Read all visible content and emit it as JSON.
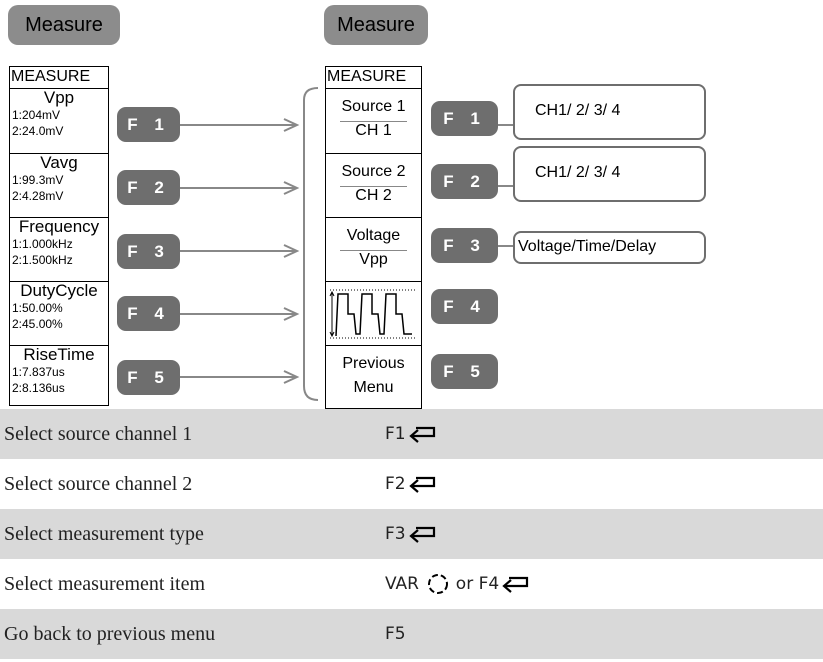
{
  "header": {
    "left_button": "Measure",
    "right_button": "Measure"
  },
  "left_panel": {
    "title": "MEASURE",
    "items": [
      {
        "name": "Vpp",
        "v1": "1:204mV",
        "v2": "2:24.0mV"
      },
      {
        "name": "Vavg",
        "v1": "1:99.3mV",
        "v2": "2:4.28mV"
      },
      {
        "name": "Frequency",
        "v1": "1:1.000kHz",
        "v2": "2:1.500kHz"
      },
      {
        "name": "DutyCycle",
        "v1": "1:50.00%",
        "v2": "2:45.00%"
      },
      {
        "name": "RiseTime",
        "v1": "1:7.837us",
        "v2": "2:8.136us"
      }
    ]
  },
  "fkeys": [
    "F 1",
    "F 2",
    "F 3",
    "F 4",
    "F 5"
  ],
  "right_panel": {
    "title": "MEASURE",
    "source1": {
      "label": "Source 1",
      "value": "CH 1"
    },
    "source2": {
      "label": "Source 2",
      "value": "CH 2"
    },
    "voltage": {
      "label": "Voltage",
      "value": "Vpp"
    },
    "previous": {
      "line1": "Previous",
      "line2": "Menu"
    }
  },
  "options": {
    "f1": "CH1/ 2/ 3/ 4",
    "f2": "CH1/ 2/ 3/ 4",
    "f3": "Voltage/Time/Delay"
  },
  "key_table": [
    {
      "desc": "Select source channel 1",
      "key": "F1",
      "icon": "enter-icon"
    },
    {
      "desc": "Select source channel 2",
      "key": "F2",
      "icon": "enter-icon"
    },
    {
      "desc": "Select measurement type",
      "key": "F3",
      "icon": "enter-icon"
    },
    {
      "desc": "Select measurement item",
      "key_prefix": "VAR",
      "key_mid": "or F4",
      "icon": "enter-icon",
      "var_icon": "knob-icon"
    },
    {
      "desc": "Go back to previous menu",
      "key": "F5"
    }
  ]
}
